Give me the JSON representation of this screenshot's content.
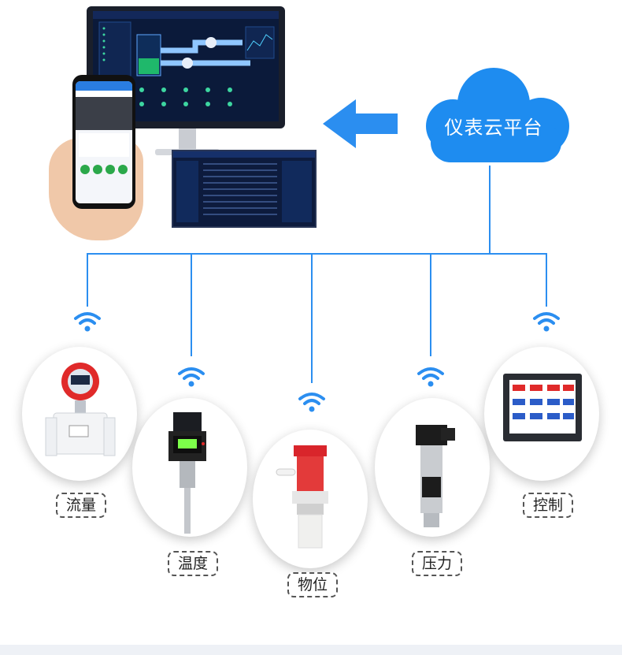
{
  "cloud": {
    "label": "仪表云平台"
  },
  "devices": [
    {
      "label": "流量",
      "icon": "flow-meter"
    },
    {
      "label": "温度",
      "icon": "temperature-transmitter"
    },
    {
      "label": "物位",
      "icon": "level-meter"
    },
    {
      "label": "压力",
      "icon": "pressure-transmitter"
    },
    {
      "label": "控制",
      "icon": "paperless-recorder"
    }
  ],
  "colors": {
    "accent": "#2b8ef0",
    "cloud": "#1e8cf0",
    "arrow": "#2b8ef0"
  }
}
